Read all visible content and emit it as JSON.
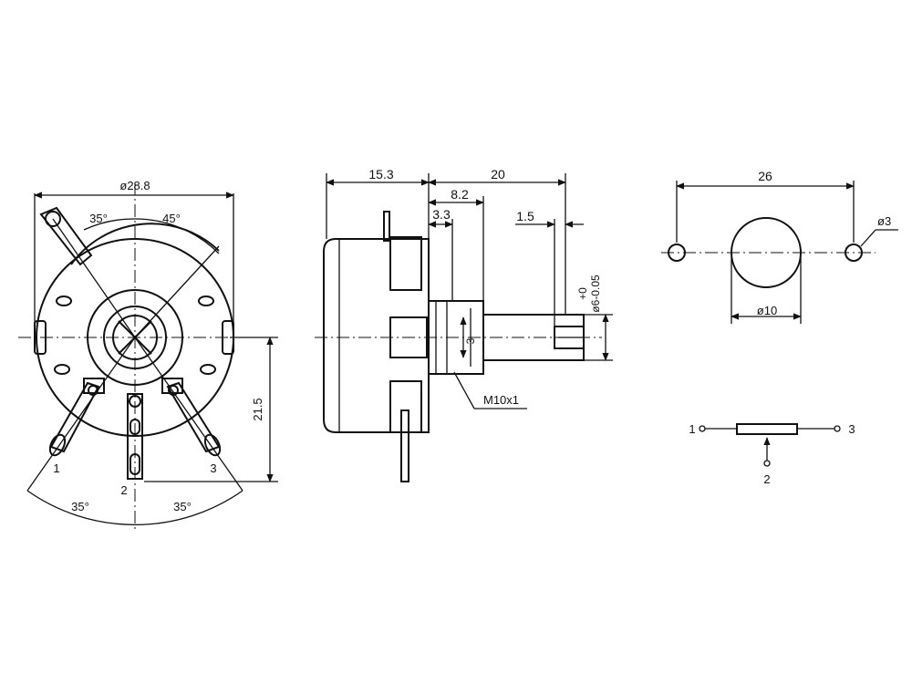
{
  "front_view": {
    "dia_outer": "ø28.8",
    "angle_left_top": "35°",
    "angle_right_top": "45°",
    "height_dim": "21.5",
    "terminal_1": "1",
    "terminal_2": "2",
    "terminal_3": "3",
    "angle_bottom_left": "35°",
    "angle_bottom_right": "35°"
  },
  "side_view": {
    "dim_body": "15.3",
    "dim_total": "20",
    "dim_bushing": "8.2",
    "dim_flat": "3.3",
    "dim_slot": "1.5",
    "dim_slot_depth": "3",
    "tol_plus": "+0",
    "shaft_dia": "ø6-0.05",
    "thread": "M10x1"
  },
  "mounting": {
    "dim_span": "26",
    "hole_dia": "ø3",
    "center_dia": "ø10"
  },
  "schematic": {
    "pin_1": "1",
    "pin_2": "2",
    "pin_3": "3"
  }
}
